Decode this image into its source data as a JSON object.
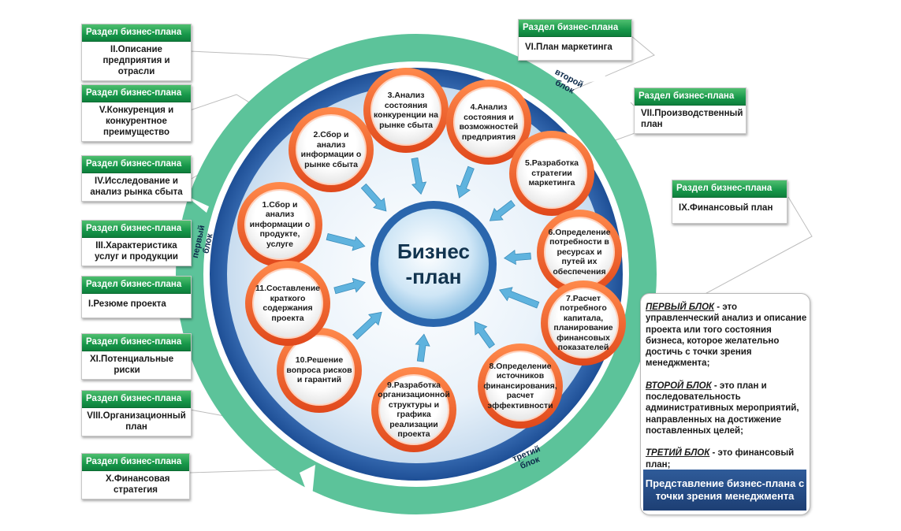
{
  "center": {
    "line1": "Бизнес",
    "line2": "-план"
  },
  "blocks": {
    "first": "первый\nблок",
    "second": "второй\nблок",
    "third": "третий\nблок"
  },
  "steps": [
    "1.Сбор и анализ информации о продукте, услуге",
    "2.Сбор и анализ информации о рынке сбыта",
    "3.Анализ состояния конкуренции на рынке сбыта",
    "4.Анализ состояния и возможностей предприятия",
    "5.Разработка стратегии маркетинга",
    "6.Определение потребности в ресурсах и путей их обеспечения",
    "7.Расчет потребного капитала, планирование финансовых показателей",
    "8.Определение источников финансирования, расчет эффективности",
    "9.Разработка организационной структуры и графика реализации проекта",
    "10.Решение вопроса рисков и гарантий",
    "11.Составление краткого содержания проекта"
  ],
  "section_header": "Раздел бизнес-плана",
  "sections": [
    {
      "id": "II",
      "text": "II.Описание предприятия и отрасли"
    },
    {
      "id": "V",
      "text": "V.Конкуренция и конкурентное преимущество"
    },
    {
      "id": "IV",
      "text": "IV.Исследование и анализ рынка сбыта"
    },
    {
      "id": "III",
      "text": "III.Характеристика услуг и продукции"
    },
    {
      "id": "I",
      "text": "I.Резюме проекта"
    },
    {
      "id": "XI",
      "text": "XI.Потенциальные риски"
    },
    {
      "id": "VIII",
      "text": "VIII.Организационный план"
    },
    {
      "id": "X",
      "text": "X.Финансовая стратегия"
    },
    {
      "id": "VI",
      "text": "VI.План маркетинга"
    },
    {
      "id": "VII",
      "text": "VII.Производственный план"
    },
    {
      "id": "IX",
      "text": "IX.Финансовый план"
    }
  ],
  "info": {
    "first_key": "ПЕРВЫЙ БЛОК",
    "first_text": " - это управленческий анализ и описание проекта или того состояния бизнеса, которое желательно достичь с точки зрения менеджмента;",
    "second_key": "ВТОРОЙ БЛОК",
    "second_text": " - это план и последовательность административных мероприятий, направленных на достижение поставленных целей;",
    "third_key": "ТРЕТИЙ БЛОК",
    "third_text": " - это финансовый план;",
    "banner": "Представление бизнес-плана с точки зрения менеджмента"
  },
  "colors": {
    "section_header": "#17974a",
    "outer_ring": "#5cc39a",
    "blue_ring": "#2f67b5",
    "node_ring": "#f05a28",
    "banner": "#1d3f74"
  }
}
